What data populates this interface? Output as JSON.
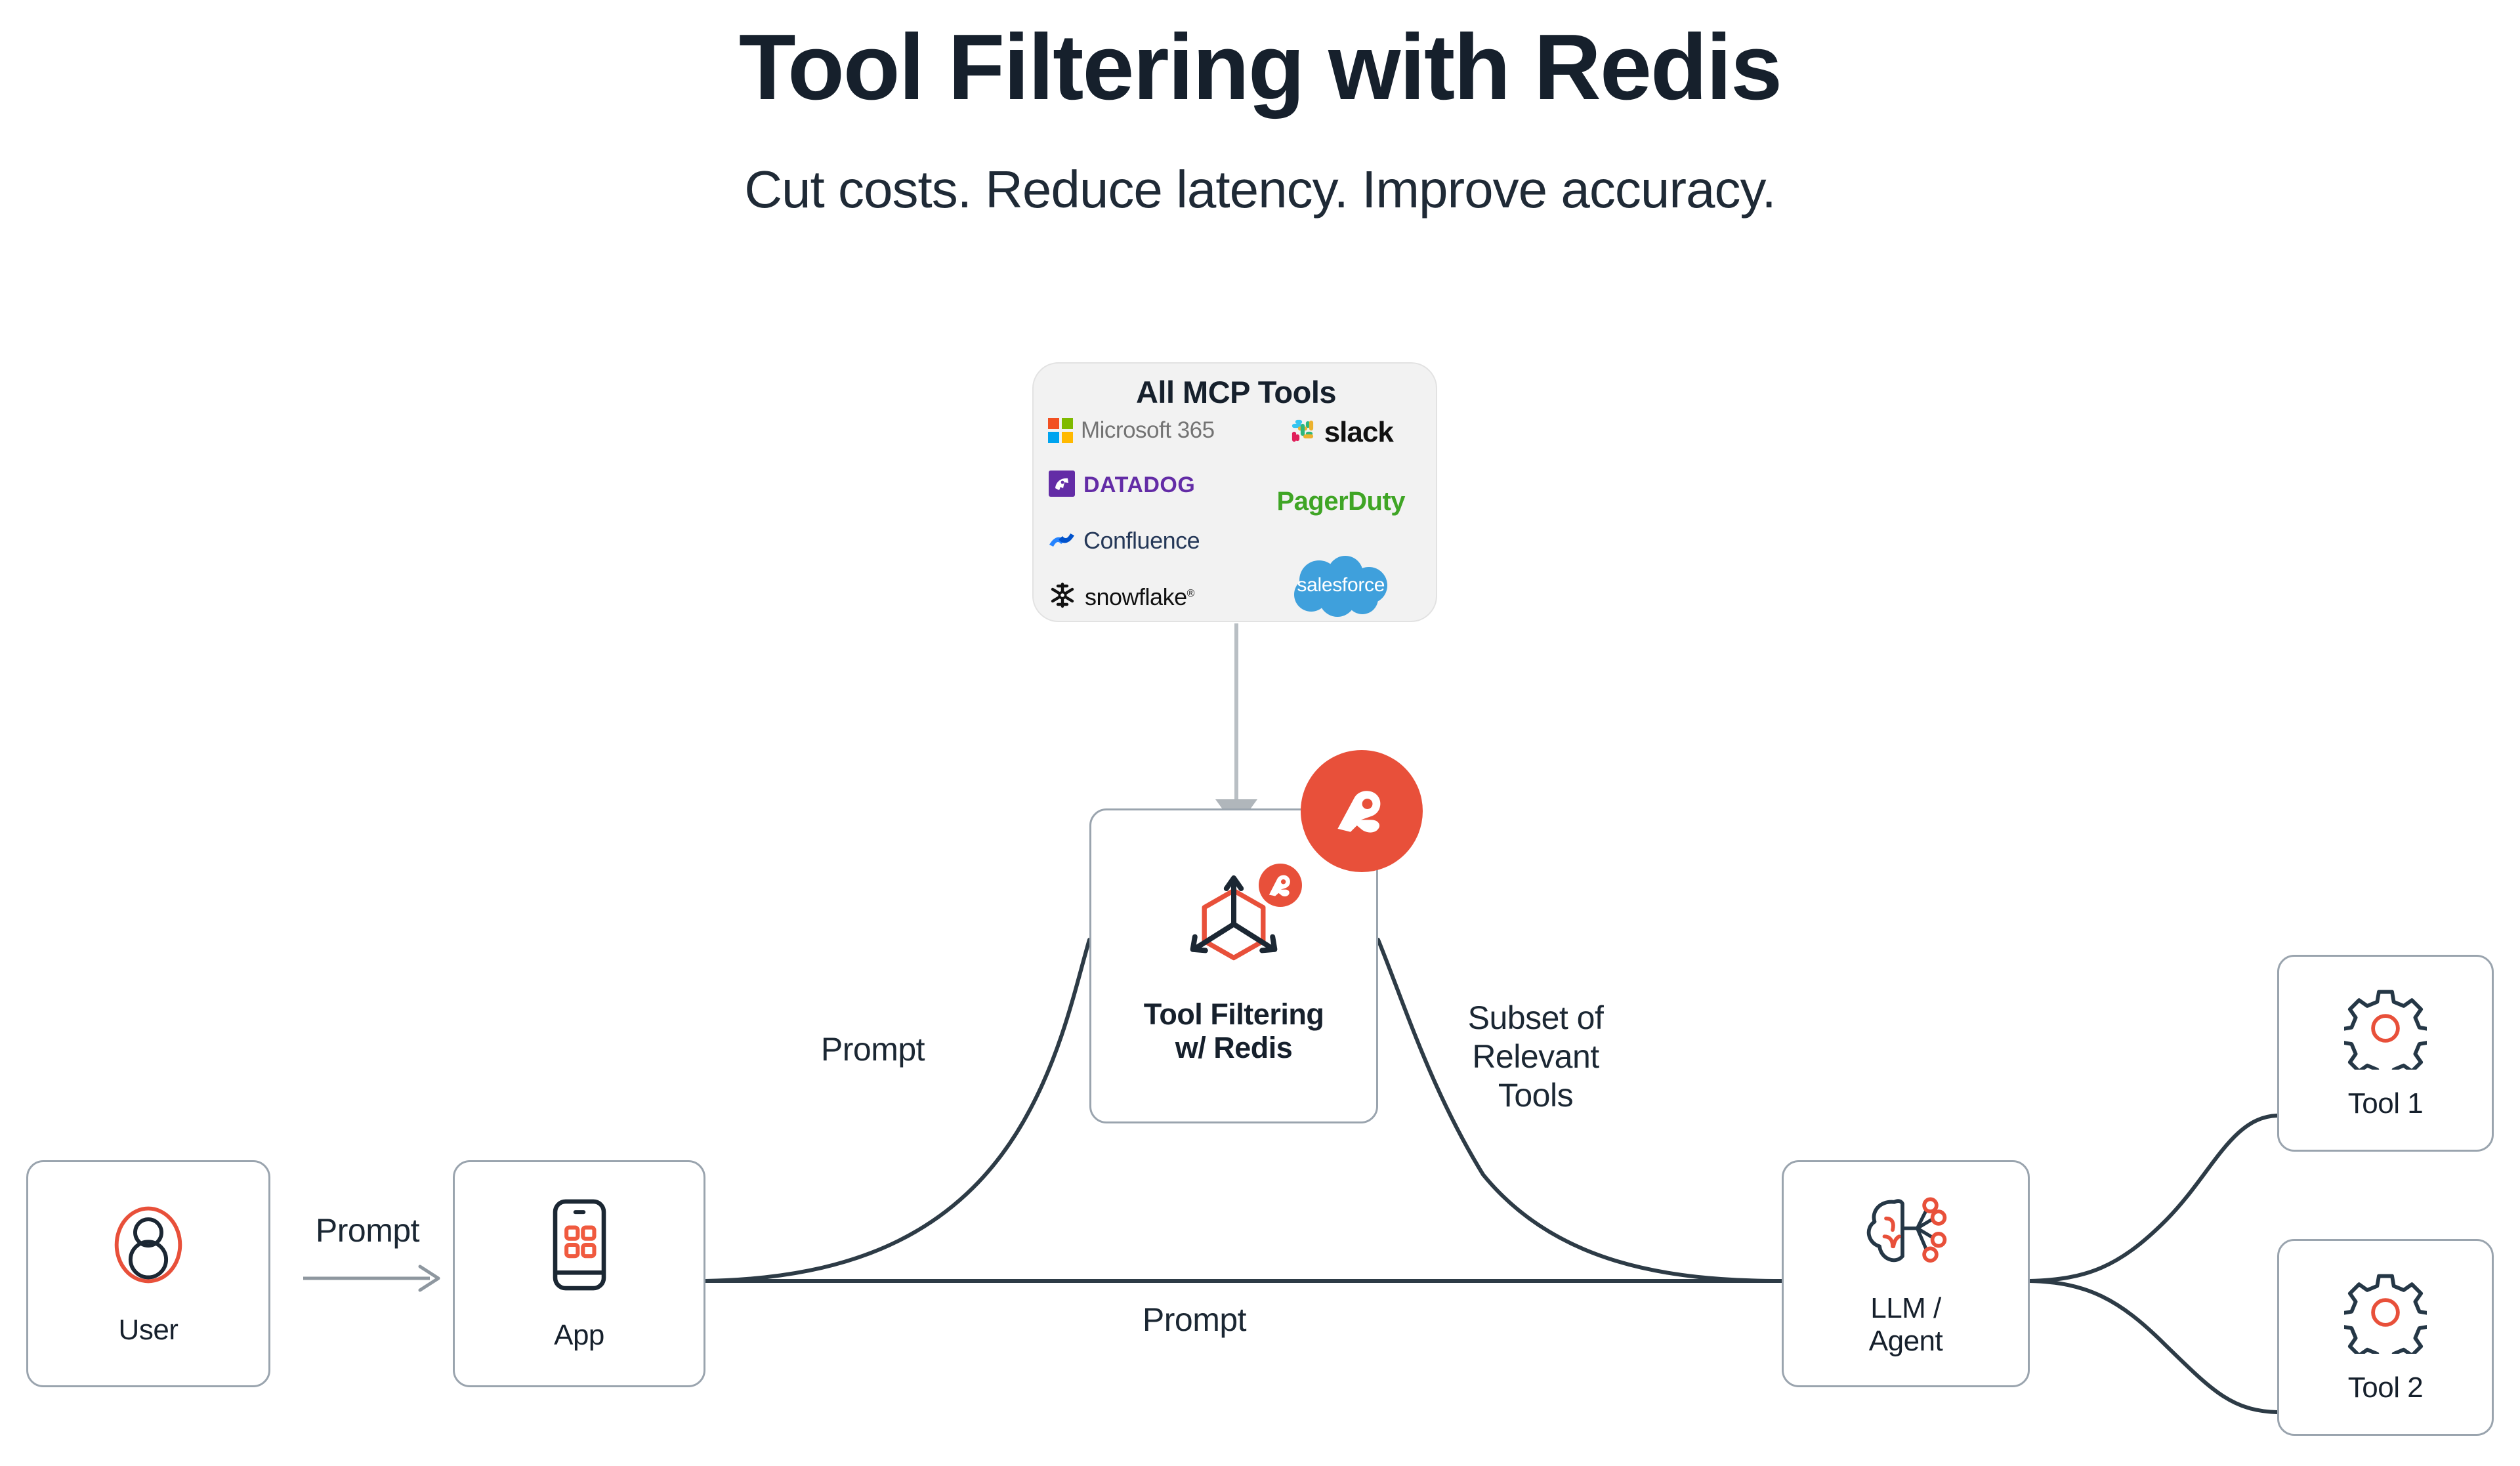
{
  "header": {
    "title": "Tool Filtering with Redis",
    "subtitle": "Cut costs. Reduce latency. Improve accuracy."
  },
  "mcp_panel": {
    "title": "All MCP Tools",
    "left_column": [
      {
        "name": "Microsoft 365",
        "icon": "microsoft-logo-icon"
      },
      {
        "name": "DATADOG",
        "icon": "datadog-logo-icon"
      },
      {
        "name": "Confluence",
        "icon": "confluence-logo-icon"
      },
      {
        "name": "snowflake",
        "icon": "snowflake-logo-icon",
        "suffix": "®"
      }
    ],
    "right_column": [
      {
        "name": "slack",
        "icon": "slack-logo-icon"
      },
      {
        "name": "PagerDuty",
        "icon": "pagerduty-logo-icon"
      },
      {
        "name": "salesforce",
        "icon": "salesforce-cloud-icon"
      }
    ]
  },
  "nodes": {
    "user": {
      "label": "User",
      "icon": "user-avatar-icon"
    },
    "app": {
      "label": "App",
      "icon": "mobile-app-icon"
    },
    "tool_filtering": {
      "label_line1": "Tool Filtering",
      "label_line2": "w/ Redis",
      "icon": "vector-cube-icon",
      "badge": "redis-logo-icon"
    },
    "llm_agent": {
      "label_line1": "LLM /",
      "label_line2": "Agent",
      "icon": "brain-network-icon"
    },
    "tool1": {
      "label": "Tool 1",
      "icon": "gear-icon"
    },
    "tool2": {
      "label": "Tool 2",
      "icon": "gear-icon"
    }
  },
  "edges": {
    "user_to_app": "Prompt",
    "app_to_filter": "Prompt",
    "app_to_llm": "Prompt",
    "filter_to_llm": "Subset of\nRelevant\nTools",
    "filter_to_llm_l1": "Subset of",
    "filter_to_llm_l2": "Relevant",
    "filter_to_llm_l3": "Tools"
  },
  "colors": {
    "brand_red": "#e8503a",
    "ink": "#16202c",
    "node_border": "#9aa4ae",
    "panel_bg": "#f2f2f2",
    "link_dark": "#2d3b46",
    "link_gray": "#a8afb6"
  }
}
